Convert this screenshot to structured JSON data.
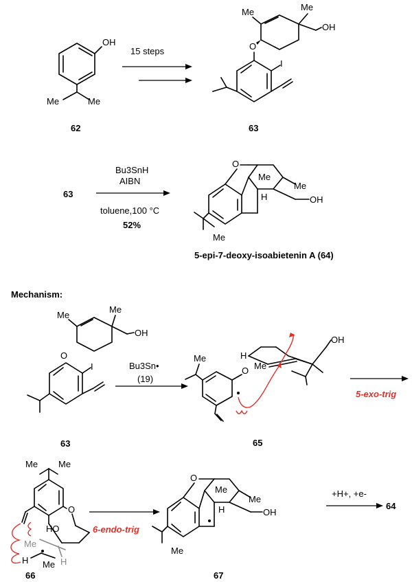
{
  "scheme": {
    "step1": {
      "start_label": "62",
      "start_oh": "OH",
      "start_me1": "Me",
      "start_me2": "Me",
      "arrow_text": "15 steps",
      "product_label": "63",
      "p_me1": "Me",
      "p_me2": "Me",
      "p_oh": "OH",
      "p_i": "I",
      "p_o": "O"
    },
    "step2": {
      "reactant_label": "63",
      "reagent1": "Bu3SnH",
      "reagent2": "AIBN",
      "condition": "toluene,100 °C",
      "yield": "52%",
      "p_o": "O",
      "p_me": "Me",
      "p_me2": "Me",
      "p_oh": "OH",
      "p_h": "H",
      "p_me_iso": "Me",
      "product_name": "5-epi-7-deoxy-isoabietenin A (64)"
    },
    "mechanism": {
      "heading": "Mechanism:",
      "s63_label": "63",
      "s63_me1": "Me",
      "s63_me2": "Me",
      "s63_oh": "OH",
      "s63_i": "I",
      "s63_o": "O",
      "reagent": "Bu3Sn•",
      "reagent_ref": "(19)",
      "s65_label": "65",
      "s65_h": "H",
      "s65_me": "Me",
      "s65_o": "O",
      "s65_oh": "OH",
      "s65_me_iso": "Me",
      "arrow1_text": "5-exo-trig",
      "s66_label": "66",
      "s66_me1": "Me",
      "s66_me2": "Me",
      "s66_ho": "HO",
      "s66_o": "O",
      "s66_me_grey": "Me",
      "s66_h": "H",
      "s66_h_grey": "H",
      "s66_me3": "Me",
      "arrow2_text": "6-endo-trig",
      "s67_label": "67",
      "s67_o": "O",
      "s67_me": "Me",
      "s67_me2": "Me",
      "s67_oh": "OH",
      "s67_h": "H",
      "s67_me_iso": "Me",
      "arrow3_text": "+H+, +e-",
      "final_label": "64"
    }
  }
}
